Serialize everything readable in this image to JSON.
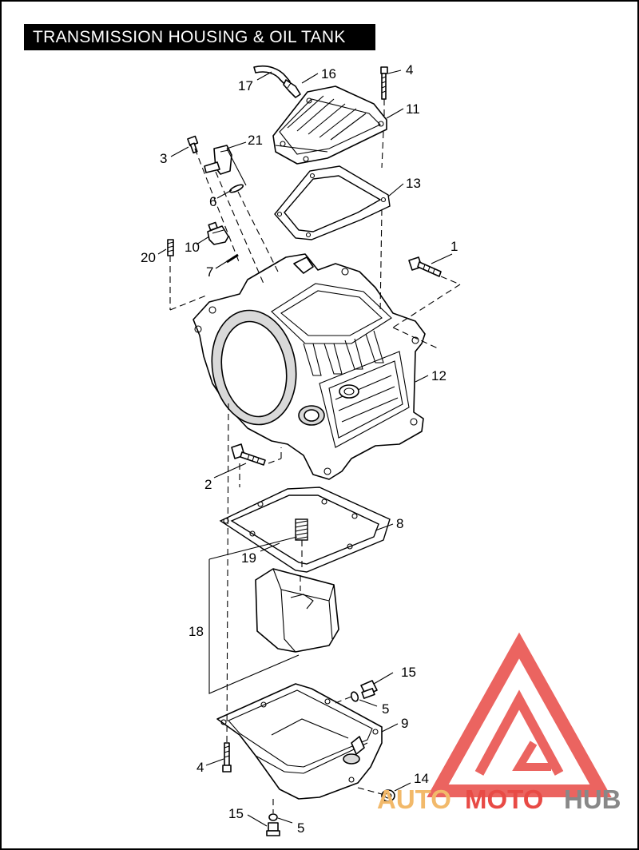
{
  "title": "TRANSMISSION HOUSING & OIL TANK",
  "callouts": {
    "c1": "1",
    "c2": "2",
    "c3": "3",
    "c4a": "4",
    "c4b": "4",
    "c5a": "5",
    "c5b": "5",
    "c6": "6",
    "c7": "7",
    "c8": "8",
    "c9": "9",
    "c10": "10",
    "c11": "11",
    "c12": "12",
    "c13": "13",
    "c14": "14",
    "c15a": "15",
    "c15b": "15",
    "c16": "16",
    "c17": "17",
    "c18": "18",
    "c19": "19",
    "c20": "20",
    "c21": "21"
  },
  "watermark": {
    "part1": "AUTO",
    "part2": "MOTO",
    "part3": "HUB",
    "color_primary": "#e84a45",
    "color_secondary": "#f2b96a",
    "color_tertiary": "#888888"
  },
  "colors": {
    "line": "#000000",
    "background": "#ffffff"
  }
}
